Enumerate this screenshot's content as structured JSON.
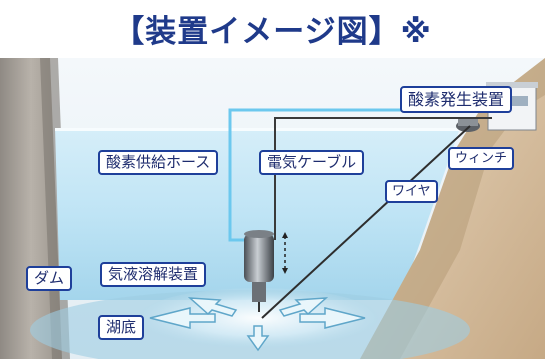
{
  "title": "【装置イメージ図】※",
  "labels": {
    "oxygen_generator": "酸素発生装置",
    "winch": "ウィンチ",
    "oxygen_supply_hose": "酸素供給ホース",
    "power_cable": "電気ケーブル",
    "wire": "ワイヤ",
    "dam": "ダム",
    "gas_liquid_dissolver": "気液溶解装置",
    "lake_bottom": "湖底"
  },
  "colors": {
    "title": "#1f3a8a",
    "label_border": "#1e3f9a",
    "label_text": "#1e2c6e",
    "water": "#bfe4f5",
    "hose": "#6cc8ee",
    "cable": "#3a3a3a",
    "rock": "#a8a29a",
    "soil": "#d9c2a2"
  }
}
